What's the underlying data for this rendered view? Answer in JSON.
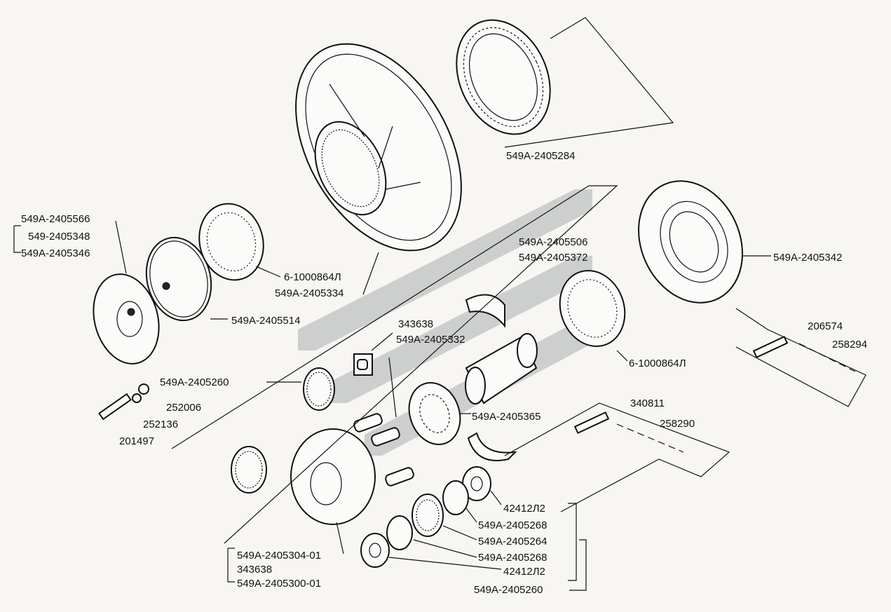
{
  "diagram": {
    "labels": [
      "549A-2405284",
      "549A-2405566",
      "549-2405348",
      "549A-2405346",
      "6-1000864Л",
      "549A-2405334",
      "549A-2405514",
      "549A-2405506",
      "549A-2405372",
      "549A-2405342",
      "343638",
      "549A-2405332",
      "549A-2405260",
      "252006",
      "252136",
      "201497",
      "6-1000864Л",
      "206574",
      "258294",
      "340811",
      "258290",
      "549A-2405365",
      "42412Л2",
      "549A-2405268",
      "549A-2405264",
      "549A-2405268",
      "42412Л2",
      "549A-2405260",
      "549A-2405304-01",
      "343638",
      "549A-2405300-01"
    ]
  },
  "colors": {
    "ink": "#111111",
    "paper": "#f7f6f2",
    "watermark": "#9aa0a4"
  }
}
